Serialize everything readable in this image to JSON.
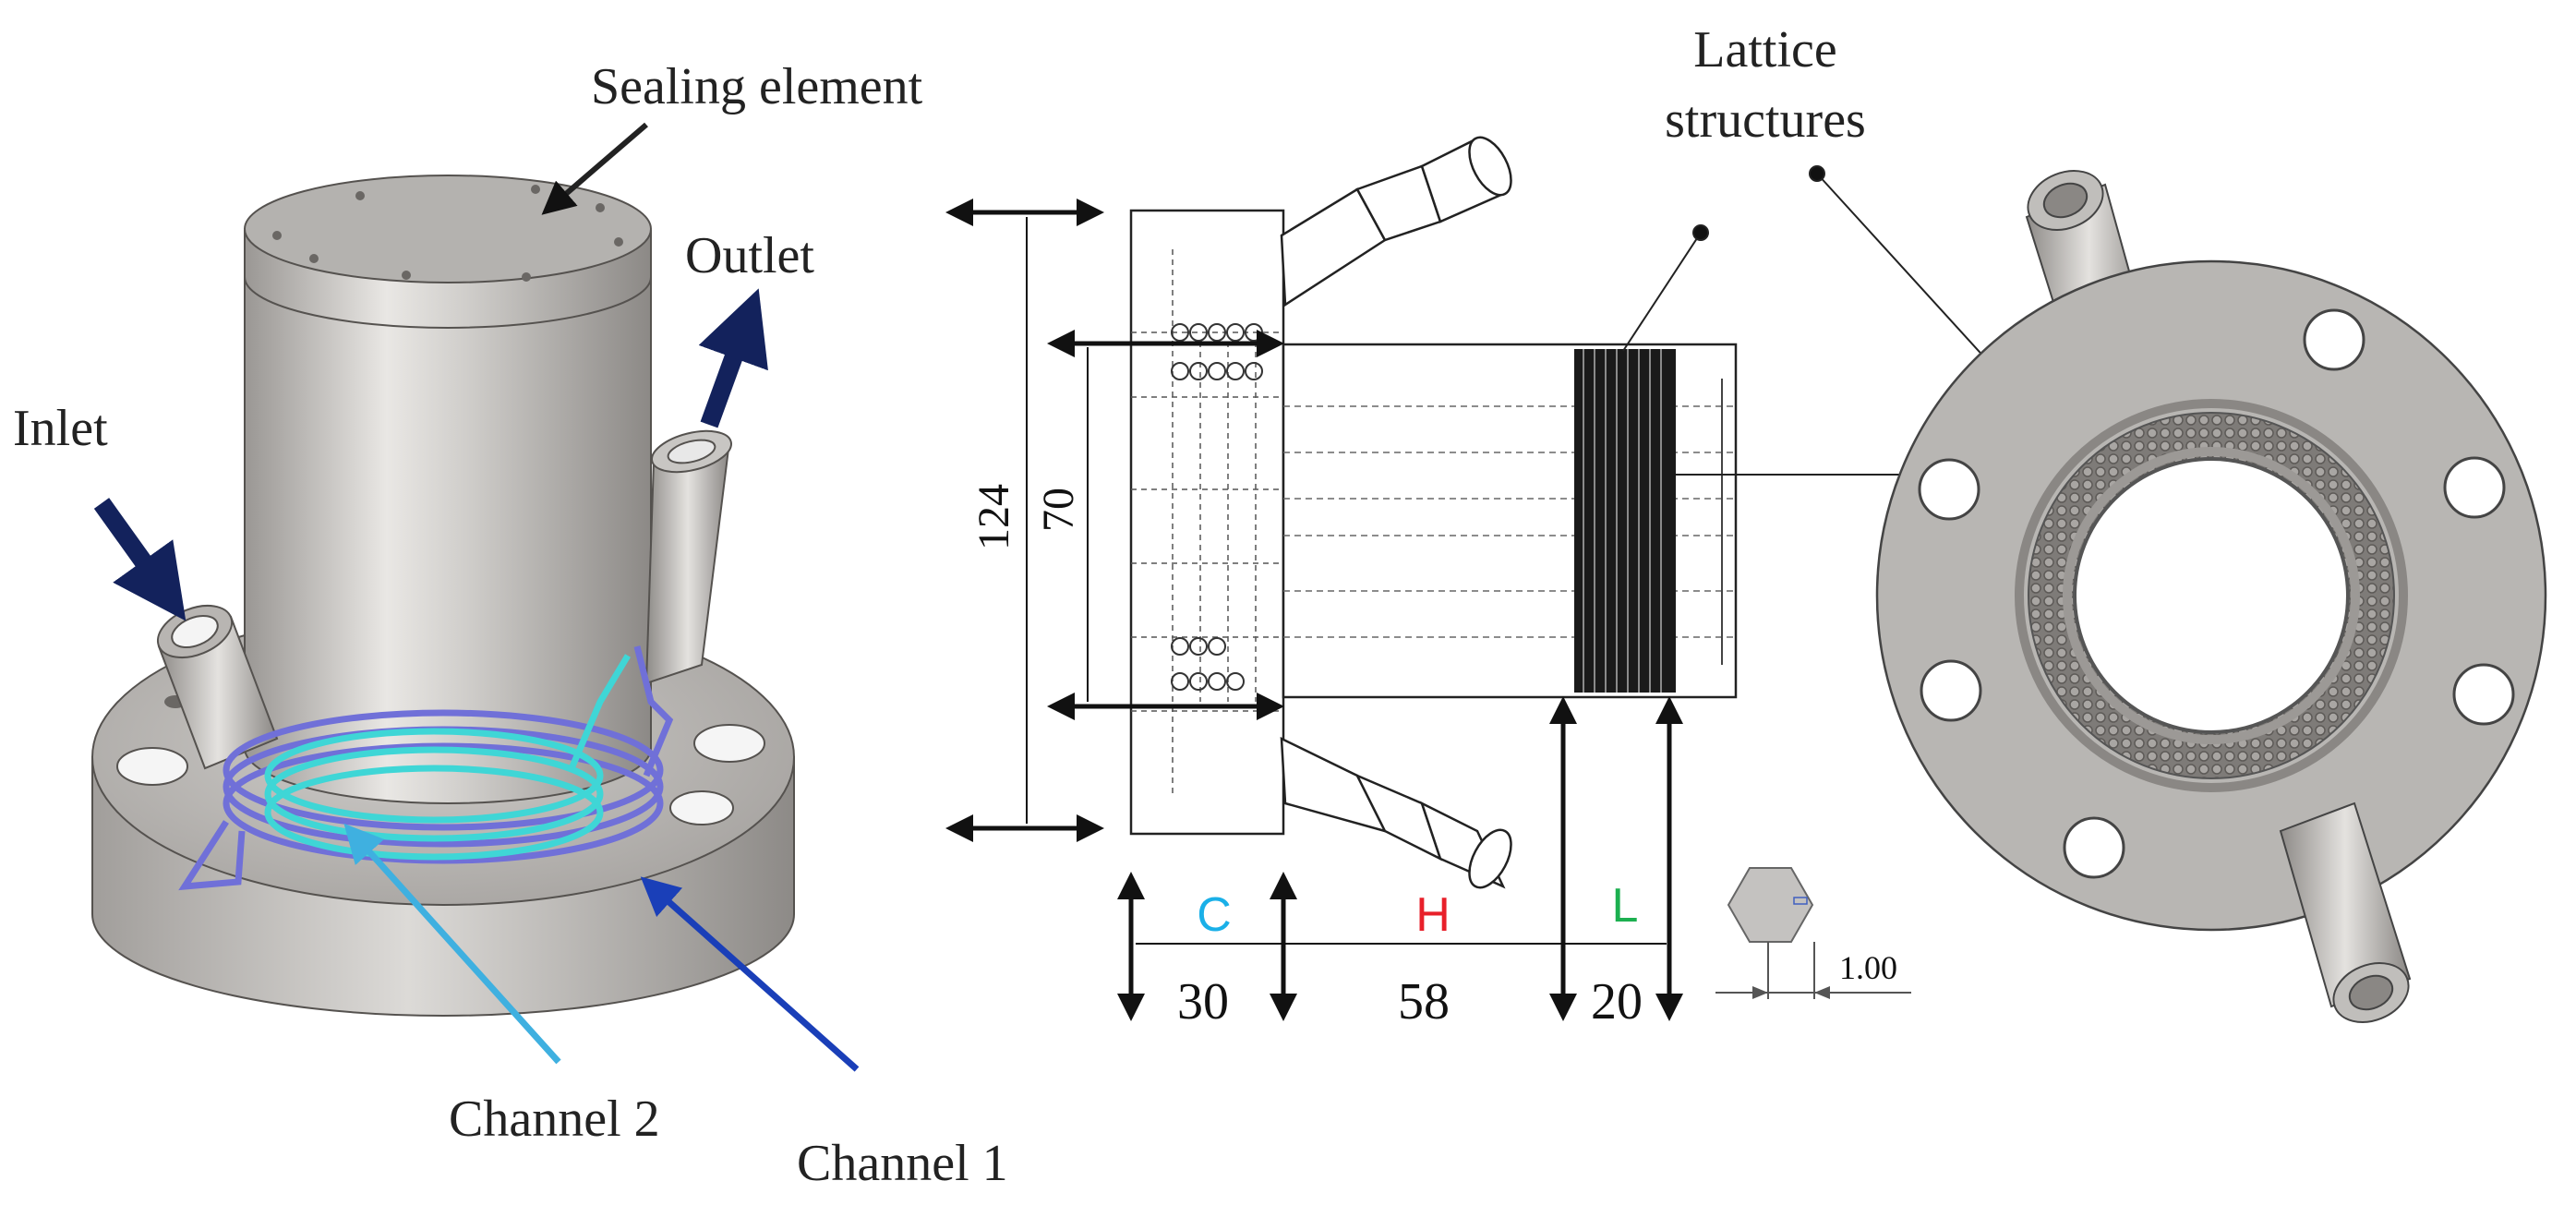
{
  "iso_view": {
    "label_sealing": "Sealing element",
    "label_outlet": "Outlet",
    "label_inlet": "Inlet",
    "label_channel2": "Channel 2",
    "label_channel1": "Channel 1"
  },
  "side_view": {
    "label_lattice": "Lattice",
    "label_structures": "structures",
    "dim_124": "124",
    "dim_70": "70",
    "zone_c": "C",
    "zone_h": "H",
    "zone_l": "L",
    "dim_30": "30",
    "dim_58": "58",
    "dim_20": "20",
    "cell_size": "1.00"
  },
  "colors": {
    "metal": "#bdbbb8",
    "arrow_navy": "#13225c",
    "channel_cyan": "#3fd6d6",
    "channel_violet": "#7070d8",
    "leader_cyan": "#3fb0e0",
    "leader_blue": "#1a3fb8",
    "zone_c": "#1ab0e8",
    "zone_h": "#e8202a",
    "zone_l": "#1cb050"
  }
}
